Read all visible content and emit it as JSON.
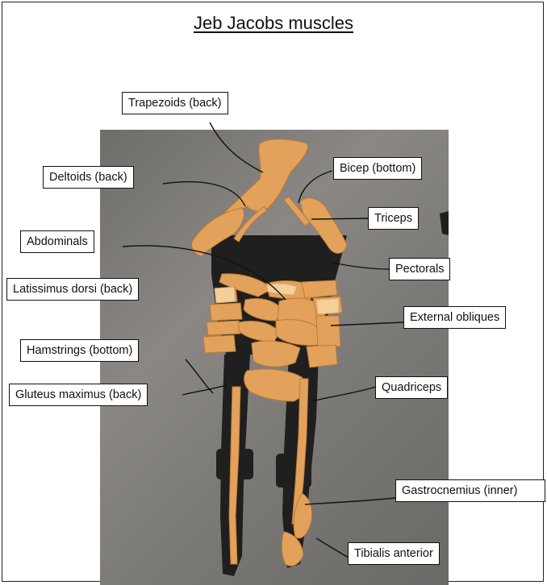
{
  "title": "Jeb Jacobs muscles",
  "colors": {
    "muscle_fill": "#e2a25c",
    "muscle_highlight": "#f3cf9a",
    "dark_fabric": "#1f1f1f",
    "background_concrete": "#7e7b78"
  },
  "labels": {
    "trapezoids": "Trapezoids (back)",
    "deltoids": "Deltoids (back)",
    "bicep": "Bicep (bottom)",
    "triceps": "Triceps",
    "abdominals": "Abdominals",
    "pectorals": "Pectorals",
    "latissimus": "Latissimus dorsi (back)",
    "external_obliques": "External obliques",
    "hamstrings": "Hamstrings (bottom)",
    "gluteus": "Gluteus maximus (back)",
    "quadriceps": "Quadriceps",
    "gastrocnemius": "Gastrocnemius (inner)",
    "tibialis": "Tibialis anterior"
  }
}
